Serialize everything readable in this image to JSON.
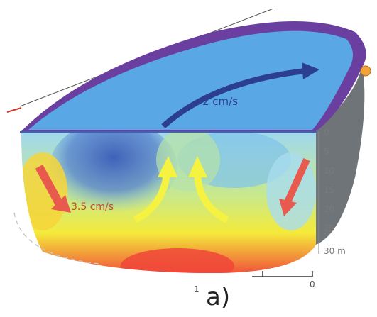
{
  "diagram": {
    "surface_speed_label": "2 cm/s",
    "side_speed_label": "3.5 cm/s",
    "depth_ticks": [
      "0",
      "5",
      "10",
      "15",
      "20",
      "25",
      "30 m"
    ],
    "scale_labels": {
      "left": "1",
      "right": "0"
    },
    "panel_label": "a)"
  },
  "colors": {
    "surface": "#5aa7e6",
    "rim_purple": "#6a3fa0",
    "shadow_grey": "#6f7478",
    "warm_red": "#f0473a",
    "warm_yellow": "#f4ea3a",
    "cool_blue": "#3f62b8",
    "arrow_yellow": "#f6f241",
    "arrow_red": "#e85a4e",
    "arrow_dark_blue": "#2c3e8f"
  }
}
